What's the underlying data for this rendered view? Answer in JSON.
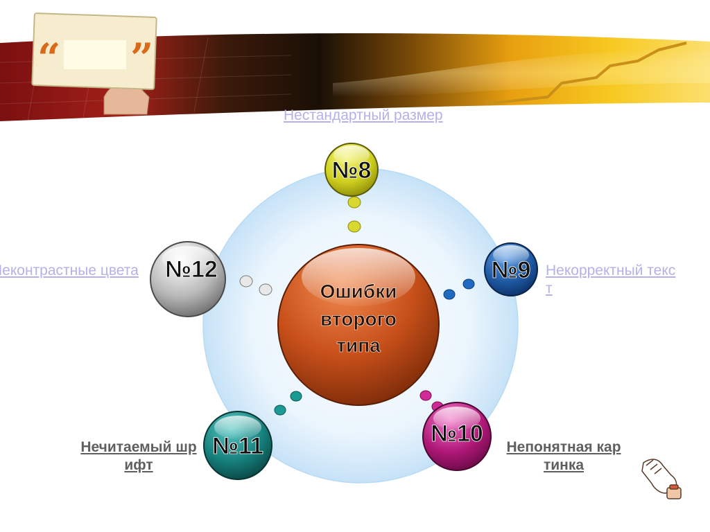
{
  "center": {
    "line1": "Ошибки",
    "line2": "второго",
    "line3": "типа"
  },
  "nodes": [
    {
      "id": "n8",
      "label": "№8",
      "caption": "Нестандартный размер"
    },
    {
      "id": "n9",
      "label": "№9",
      "caption": "Некорректный текст"
    },
    {
      "id": "n10",
      "label": "№10",
      "caption": "Непонятная картинка"
    },
    {
      "id": "n11",
      "label": "№11",
      "caption": "Нечитаемый шрифт"
    },
    {
      "id": "n12",
      "label": "№12",
      "caption": "Неконтрастные цвета"
    }
  ],
  "quote": {
    "open": "“",
    "close": "”"
  },
  "colors": {
    "n8": "#d4d42a",
    "n9": "#1f5fa8",
    "n10": "#b0187a",
    "n11": "#1a7d7d",
    "n12": "#a8a8a8",
    "center": "#c0440c",
    "halo": "#cfe7f8"
  }
}
